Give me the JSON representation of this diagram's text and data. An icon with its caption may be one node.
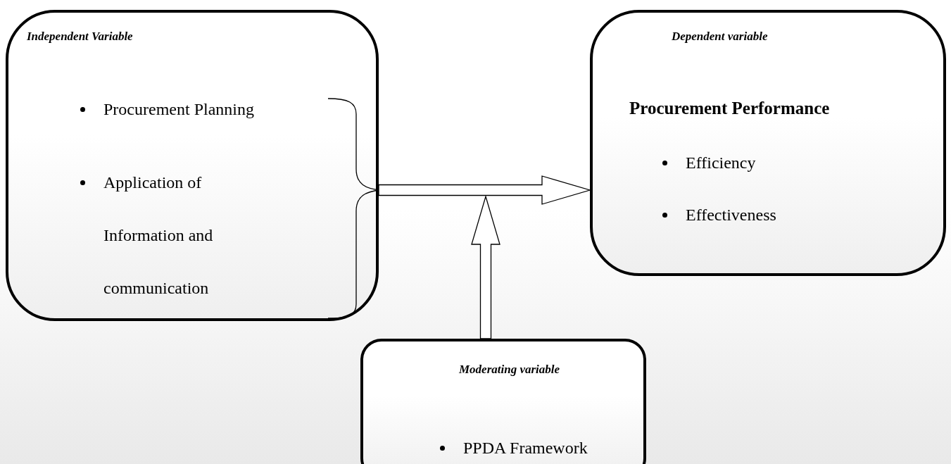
{
  "diagram": {
    "nodes": [
      {
        "text": [
          "Independent Variable",
          "Procurement Planning",
          "Application of Information and communication"
        ]
      },
      {
        "text": [
          "Dependent variable",
          "Procurement Performance",
          "Efficiency",
          "Effectiveness"
        ]
      },
      {
        "text": [
          "Moderating variable",
          "PPDA Framework"
        ]
      }
    ],
    "edges": [
      {
        "from": 0,
        "to": 1,
        "arrow": "to"
      },
      {
        "from": 2,
        "to": null,
        "arrow": "to"
      }
    ]
  }
}
